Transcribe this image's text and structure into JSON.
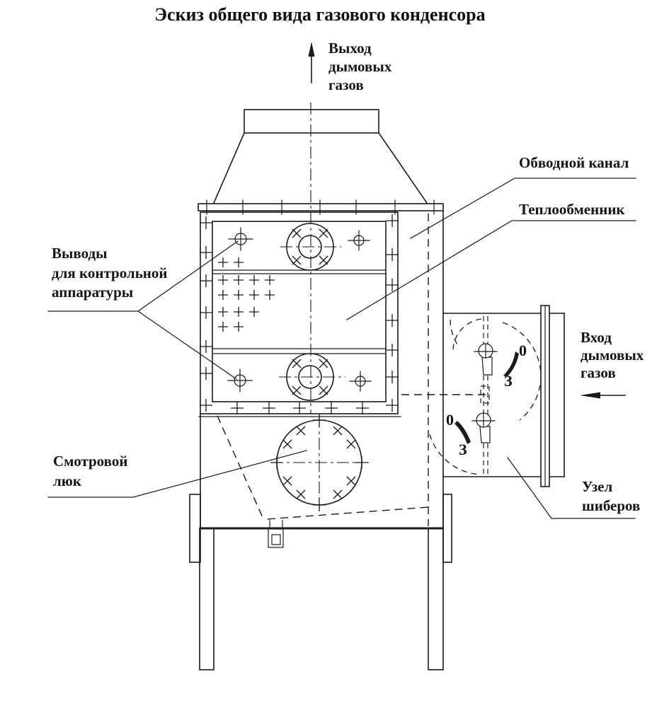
{
  "title": "Эскиз общего вида газового конденсора",
  "labels": {
    "flue_gas_outlet": [
      "Выход",
      "дымовых",
      "газов"
    ],
    "bypass_channel": "Обводной канал",
    "heat_exchanger": "Теплообменник",
    "control_taps": [
      "Выводы",
      "для контрольной",
      "аппаратуры"
    ],
    "inspection_hatch": [
      "Смотровой",
      "люк"
    ],
    "flue_gas_inlet": [
      "Вход",
      "дымовых",
      "газов"
    ],
    "damper_unit": [
      "Узел",
      "шиберов"
    ],
    "damper_open": "0",
    "damper_closed": "З"
  },
  "colors": {
    "ink": "#1a1a1a",
    "paper": "#ffffff"
  }
}
